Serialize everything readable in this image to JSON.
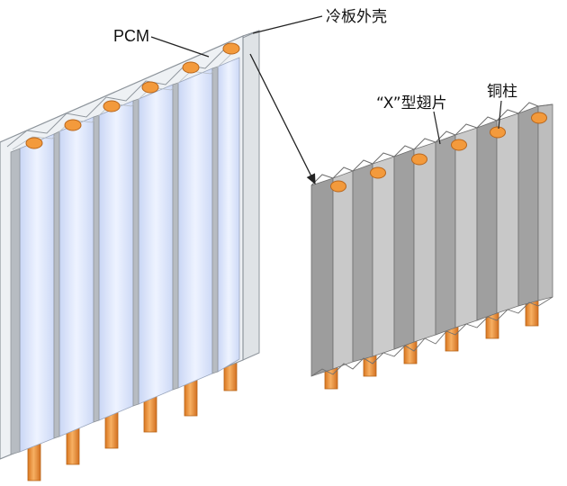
{
  "labels": {
    "pcm": "PCM",
    "cold_plate_shell": "冷板外壳",
    "x_fin": "“X”型翅片",
    "copper_pillar": "铜柱"
  },
  "colors": {
    "pcm_fill": "#dfe8fb",
    "pcm_highlight": "#f4f7ff",
    "frame": "#9aa1a8",
    "frame_light": "#eeeeee",
    "fin_grey": "#a9a9a9",
    "fin_dark": "#8a8a8a",
    "fin_light": "#cfcfcf",
    "copper": "#f29a3a",
    "copper_dark": "#c96f1d",
    "leader": "#222222"
  }
}
